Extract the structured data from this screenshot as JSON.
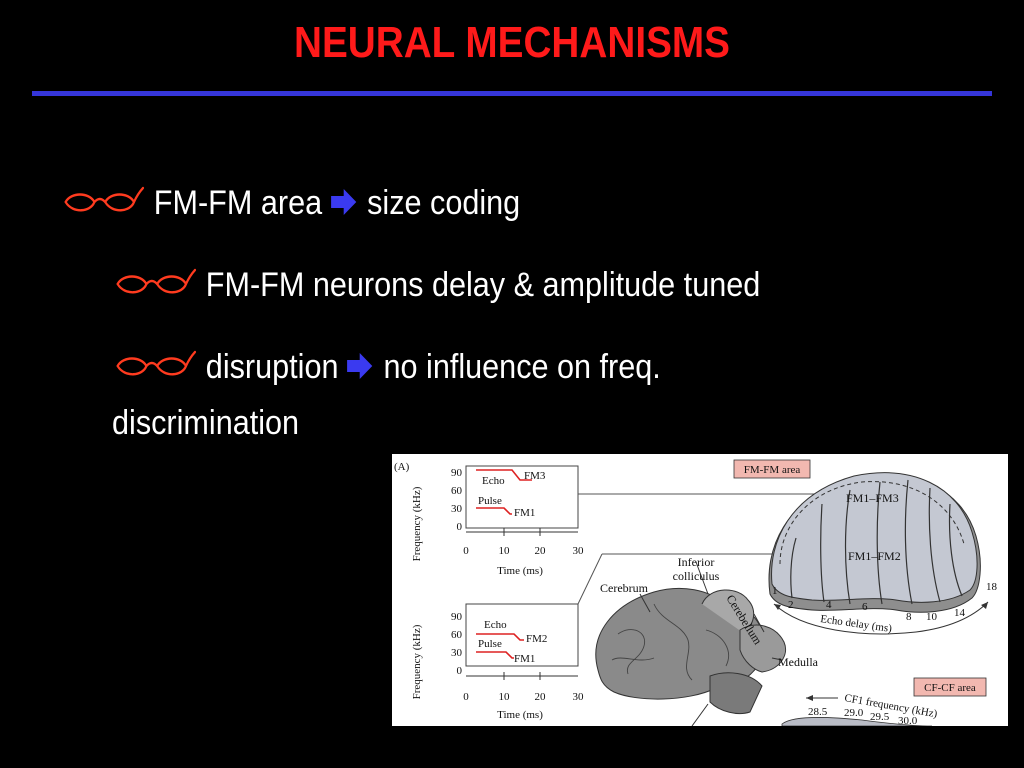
{
  "slide": {
    "title": "NEURAL MECHANISMS",
    "bullets": [
      {
        "level": 1,
        "pre": "FM-FM area",
        "arrow": true,
        "post": "size coding"
      },
      {
        "level": 2,
        "pre": "FM-FM neurons delay & amplitude tuned",
        "arrow": false,
        "post": ""
      },
      {
        "level": 2,
        "pre": "disruption",
        "arrow": true,
        "post": "no influence on freq.",
        "wrap": "discrimination"
      }
    ]
  },
  "icons": {
    "bullet": "glasses-icon",
    "arrow": "right-arrow-icon",
    "bullet_color": "#ff3b1f",
    "arrow_color": "#3a3af0"
  },
  "figure": {
    "panel_label": "(A)",
    "graph_top": {
      "ylabel": "Frequency (kHz)",
      "yticks": [
        "90",
        "60",
        "30",
        "0"
      ],
      "xticks": [
        "0",
        "10",
        "20",
        "30"
      ],
      "xlabel": "Time (ms)",
      "echo": "Echo",
      "echo_fm": "FM3",
      "pulse": "Pulse",
      "pulse_fm": "FM1"
    },
    "graph_bottom": {
      "ylabel": "Frequency (kHz)",
      "yticks": [
        "90",
        "60",
        "30",
        "0"
      ],
      "xticks": [
        "0",
        "10",
        "20",
        "30"
      ],
      "xlabel": "Time (ms)",
      "echo": "Echo",
      "echo_fm": "FM2",
      "pulse": "Pulse",
      "pulse_fm": "FM1"
    },
    "labels": {
      "inferior": "Inferior",
      "colliculus": "colliculus",
      "cerebrum": "Cerebrum",
      "cerebellum": "Cerebellum",
      "medulla": "Medulla"
    },
    "fmfm_area": "FM-FM area",
    "fm13": "FM1–FM3",
    "fm12": "FM1–FM2",
    "delay_ticks": [
      "1",
      "2",
      "4",
      "6",
      "8",
      "10",
      "14",
      "18"
    ],
    "echo_delay": "Echo delay (ms)",
    "cfcf_area": "CF-CF area",
    "cf1_freq": "CF1 frequency (kHz)",
    "cf_ticks": [
      "28.5",
      "29.0",
      "29.5",
      "30.0"
    ]
  }
}
